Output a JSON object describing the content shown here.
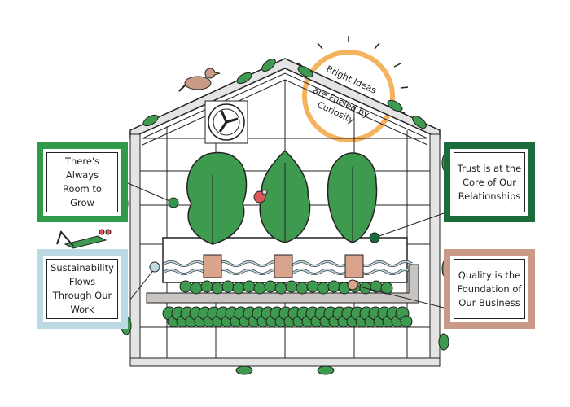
{
  "callouts": {
    "grow": {
      "text": "There's Always Room to Grow",
      "color": "#2e9a4a"
    },
    "sustainability": {
      "text": "Sustainability Flows Through Our Work",
      "color": "#bcd9e3"
    },
    "trust": {
      "text": "Trust is at the Core of Our Relationships",
      "color": "#1b6b3b"
    },
    "quality": {
      "text": "Quality is the Foundation of Our Business",
      "color": "#c99a85"
    }
  },
  "sun": {
    "lines": [
      "Bright Ideas",
      "are Fueled by",
      "Curiosity"
    ],
    "color": "#f5b35e"
  },
  "colors": {
    "leaf": "#3d9a4e",
    "leaf_dark": "#1f6b38",
    "water": "#bcd9e3",
    "pipe": "#c8c4c2",
    "root": "#d9a38c",
    "outline": "#222222"
  }
}
